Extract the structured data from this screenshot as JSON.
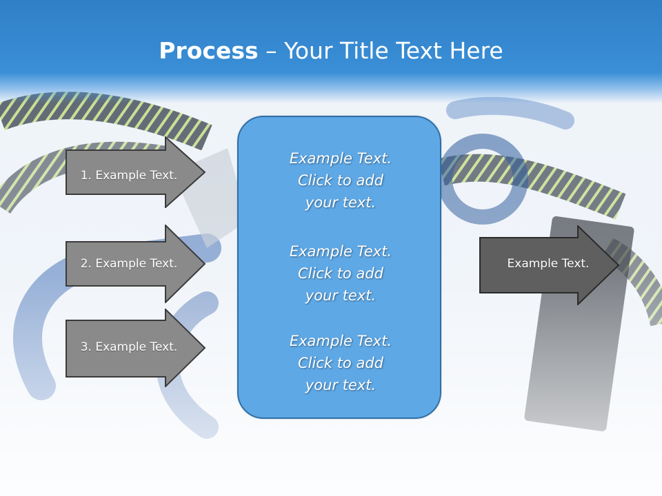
{
  "title": {
    "bold": "Process",
    "rest": " – Your Title Text Here"
  },
  "colors": {
    "header": "#3a8fd7",
    "input_arrow": "#8a8a8a",
    "output_arrow": "#5f5f5f",
    "center_box": "#5ea8e6"
  },
  "inputs": [
    {
      "label": "1. Example Text."
    },
    {
      "label": "2. Example Text."
    },
    {
      "label": "3. Example Text."
    }
  ],
  "center": {
    "blocks": [
      {
        "lines": [
          "Example Text.",
          "Click  to add",
          "your text."
        ]
      },
      {
        "lines": [
          "Example Text.",
          "Click  to add",
          "your text."
        ]
      },
      {
        "lines": [
          "Example Text.",
          "Click  to add",
          "your text."
        ]
      }
    ]
  },
  "output": {
    "label": "Example Text."
  }
}
